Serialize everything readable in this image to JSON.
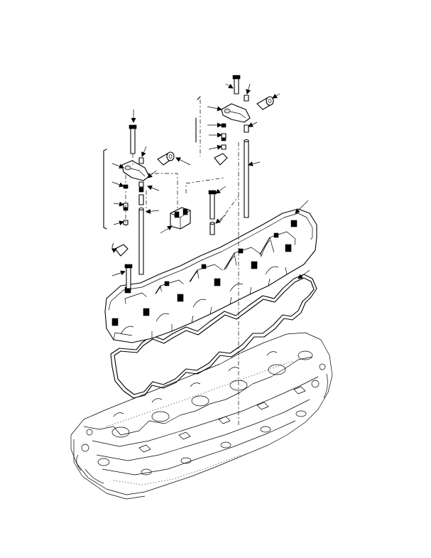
{
  "figure": {
    "callouts": [
      {
        "id": "c1",
        "label": ""
      },
      {
        "id": "c2",
        "label": ""
      },
      {
        "id": "c3",
        "label": ""
      },
      {
        "id": "c4",
        "label": ""
      },
      {
        "id": "c5",
        "label": ""
      },
      {
        "id": "c6",
        "label": ""
      },
      {
        "id": "c7",
        "label": ""
      },
      {
        "id": "c8",
        "label": ""
      },
      {
        "id": "c9",
        "label": ""
      },
      {
        "id": "c10",
        "label": ""
      },
      {
        "id": "c11",
        "label": ""
      },
      {
        "id": "c12",
        "label": ""
      },
      {
        "id": "c13",
        "label": ""
      },
      {
        "id": "c14",
        "label": ""
      },
      {
        "id": "c15",
        "label": ""
      },
      {
        "id": "c16",
        "label": ""
      },
      {
        "id": "c17",
        "label": ""
      },
      {
        "id": "c18",
        "label": ""
      },
      {
        "id": "c19",
        "label": ""
      },
      {
        "id": "c20",
        "label": ""
      },
      {
        "id": "c21",
        "label": ""
      },
      {
        "id": "c22",
        "label": ""
      },
      {
        "id": "c23",
        "label": ""
      },
      {
        "id": "c24",
        "label": ""
      },
      {
        "id": "c25",
        "label": ""
      },
      {
        "id": "c26",
        "label": ""
      }
    ]
  }
}
